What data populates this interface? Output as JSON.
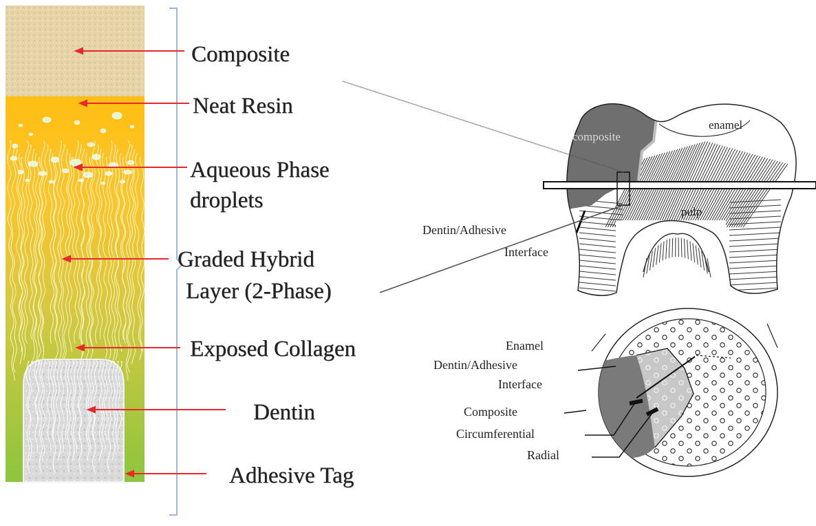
{
  "layers": {
    "composite": "Composite",
    "neat_resin": "Neat Resin",
    "aqueous_line1": "Aqueous Phase",
    "aqueous_line2": "droplets",
    "graded_line1": "Graded Hybrid",
    "graded_line2": "Layer (2-Phase)",
    "exposed_collagen": "Exposed Collagen",
    "dentin": "Dentin",
    "adhesive_tag": "Adhesive Tag"
  },
  "tooth": {
    "composite": "composite",
    "enamel": "enamel",
    "pulp": "pulp",
    "interface_line1": "Dentin/Adhesive",
    "interface_line2": "Interface"
  },
  "cross_section": {
    "enamel": "Enamel",
    "interface_line1": "Dentin/Adhesive",
    "interface_line2": "Interface",
    "composite": "Composite",
    "circumferential": "Circumferential",
    "radial": "Radial"
  },
  "colors": {
    "arrow": "#e8282a",
    "bracket": "#9fb8d8",
    "composite_band": "#e6d3a6",
    "resin_top": "#ffc20e",
    "resin_bottom": "#8cc63e",
    "dentin_block": "#dcdcdc",
    "tooth_composite": "#6f6f6f"
  }
}
